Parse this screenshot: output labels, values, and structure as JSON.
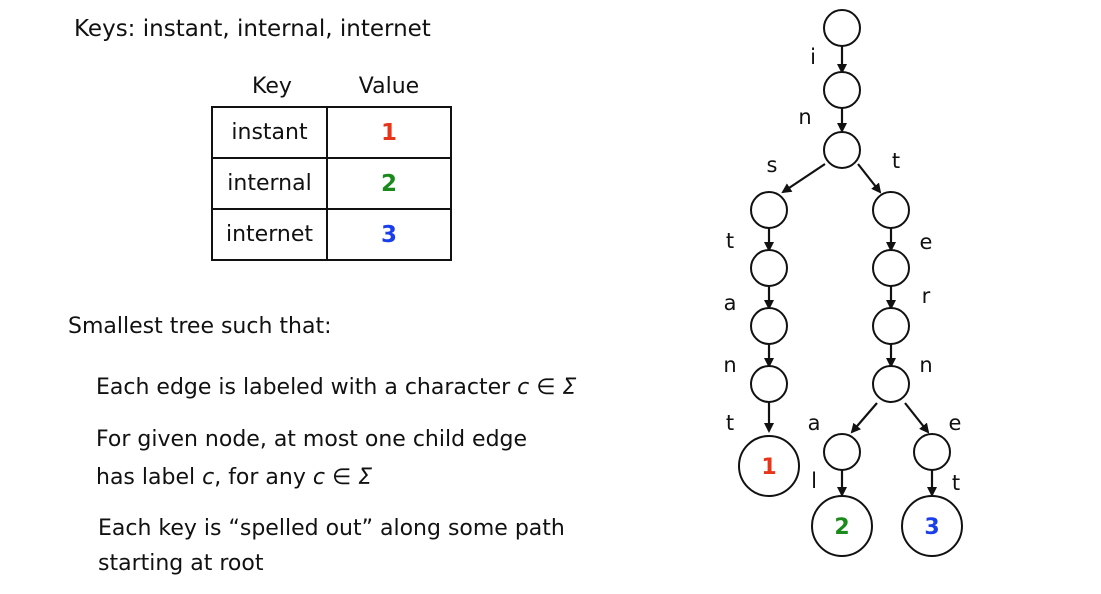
{
  "keys_line": "Keys: instant, internal, internet",
  "table": {
    "header_key": "Key",
    "header_value": "Value",
    "rows": [
      {
        "key": "instant",
        "value": "1",
        "color": "#e8351a"
      },
      {
        "key": "internal",
        "value": "2",
        "color": "#1a8a1a"
      },
      {
        "key": "internet",
        "value": "3",
        "color": "#1a3ee8"
      }
    ]
  },
  "rules": {
    "heading": "Smallest tree such that:",
    "rule1_text": "Each edge is labeled with a character ",
    "rule1_math": "c ∈ Σ",
    "rule2_line1": "For given node, at most one child edge",
    "rule2_prefix": "has label ",
    "rule2_c": "c",
    "rule2_mid": ", for any ",
    "rule2_math": "c ∈ Σ",
    "rule3_line1": "Each key is “spelled out” along some path",
    "rule3_line2": "starting at root"
  },
  "trie": {
    "edge_labels": {
      "root_i": "i",
      "i_n": "n",
      "n_s": "s",
      "n_t": "t",
      "s_t": "t",
      "t_e": "e",
      "st_a": "a",
      "e_r": "r",
      "sta_n": "n",
      "r_n": "n",
      "stan_t": "t",
      "rn_a": "a",
      "rn_e": "e",
      "a_l": "l",
      "e_t": "t"
    },
    "leaf_values": {
      "instant": "1",
      "internal": "2",
      "internet": "3"
    }
  }
}
